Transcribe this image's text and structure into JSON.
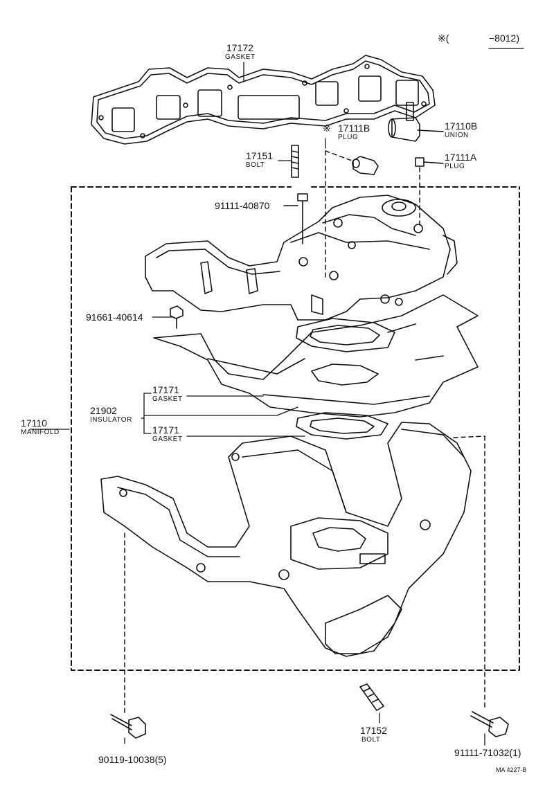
{
  "header": {
    "mark": "※(",
    "range": "−8012)"
  },
  "labels": {
    "gasket_top_pn": "17172",
    "gasket_top_name": "GASKET",
    "plug_b_pn": "17111B",
    "plug_b_mark": "※",
    "plug_b_name": "PLUG",
    "union_pn": "17110B",
    "union_name": "UNION",
    "bolt_top_pn": "17151",
    "bolt_top_name": "BOLT",
    "plug_a_pn": "17111A",
    "plug_a_name": "PLUG",
    "stud_pn": "91111-40870",
    "screw_pn": "91661-40614",
    "gasket_mid1_pn": "17171",
    "gasket_mid1_name": "GASKET",
    "insulator_pn": "21902",
    "insulator_name": "INSULATOR",
    "gasket_mid2_pn": "17171",
    "gasket_mid2_name": "GASKET",
    "manifold_pn": "17110",
    "manifold_name": "MANIFOLD",
    "bolt_left_pn": "90119-10038(5)",
    "stud_bottom_pn": "17152",
    "stud_bottom_name": "BOLT",
    "bolt_right_pn": "91111-71032(1)",
    "ref_code": "MA 4227-B"
  }
}
